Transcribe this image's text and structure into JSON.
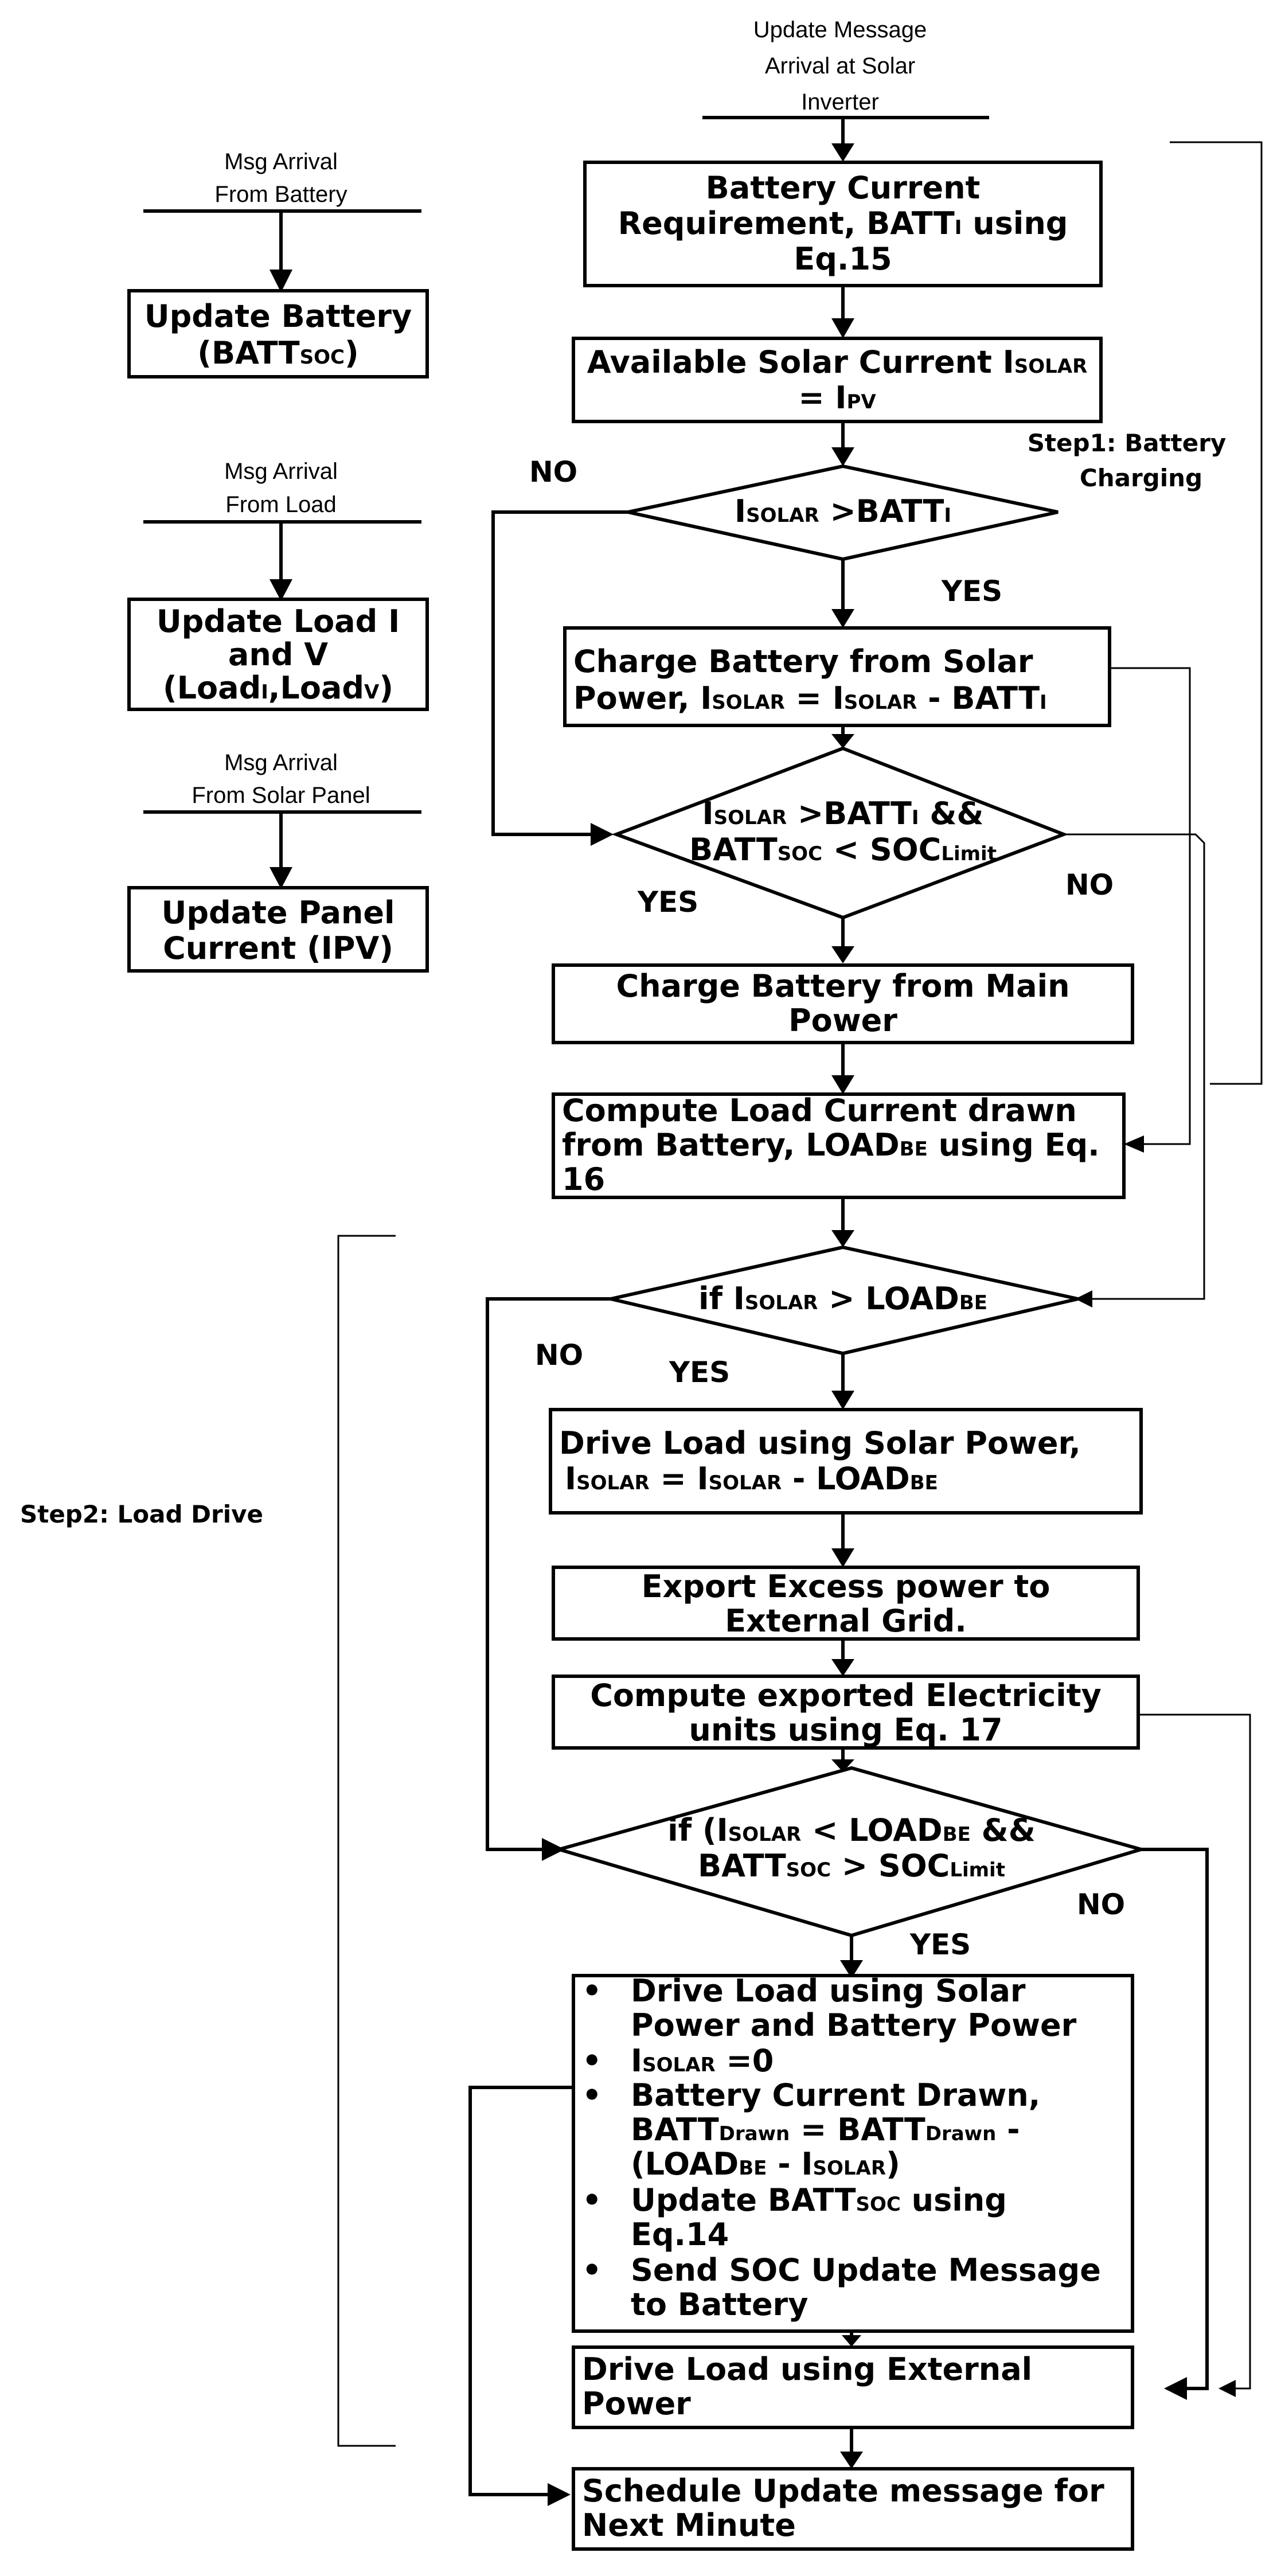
{
  "start": {
    "line1": "Update Message",
    "line2": "Arrival at Solar",
    "line3": "Inverter"
  },
  "side": {
    "msg_battery": {
      "line1": "Msg Arrival",
      "line2": "From Battery"
    },
    "upd_battery": {
      "line1": "Update Battery",
      "line2a": "(BATT",
      "line2sub": "SOC",
      "line2b": ")"
    },
    "msg_load": {
      "line1": "Msg Arrival",
      "line2": "From Load"
    },
    "upd_load": {
      "line1": "Update Load I",
      "line2": "and V",
      "line3a": "(Load",
      "line3sub": "I",
      "line3b": ",Load",
      "line3sub2": "V",
      "line3c": ")"
    },
    "msg_panel": {
      "line1": "Msg Arrival",
      "line2": "From Solar Panel"
    },
    "upd_panel": {
      "line1": "Update Panel",
      "line2": "Current (IPV)"
    }
  },
  "steps": {
    "step1_line1": "Step1: Battery",
    "step1_line2": "Charging",
    "step2": "Step2: Load Drive"
  },
  "labels": {
    "yes": "YES",
    "no": "NO"
  },
  "flow": {
    "b1": {
      "line1": "Battery Current",
      "line2a": "Requirement, BATT",
      "line2sub": "I",
      "line2b": " using",
      "line3": "Eq.15"
    },
    "b2": {
      "line1a": "Available Solar Current I",
      "line1sub": "SOLAR",
      "line2a": "= I",
      "line2sub": "PV"
    },
    "d1": {
      "a": "I",
      "sub1": "SOLAR",
      "b": " >BATT",
      "sub2": "I"
    },
    "b3": {
      "line1": "Charge Battery from Solar",
      "line2a": "Power, I",
      "line2sub1": "SOLAR",
      "line2b": " = I",
      "line2sub2": "SOLAR",
      "line2c": " - BATT",
      "line2sub3": "I"
    },
    "d2": {
      "line1a": "I",
      "line1sub1": "SOLAR",
      "line1b": " >BATT",
      "line1sub2": "I",
      "line1c": " &&",
      "line2a": "BATT",
      "line2sub1": "SOC",
      "line2b": " < SOC",
      "line2sub2": "Limit"
    },
    "b4": {
      "line1": "Charge Battery from Main",
      "line2": "Power"
    },
    "b5": {
      "line1": "Compute Load Current drawn",
      "line2a": "from Battery, LOAD",
      "line2sub": "BE",
      "line2b": " using Eq.",
      "line3": "16"
    },
    "d3": {
      "a": "if I",
      "sub1": "SOLAR",
      "b": "  > LOAD",
      "sub2": "BE"
    },
    "b6": {
      "line1": "Drive Load using Solar Power,",
      "line2a": "I",
      "line2sub1": "SOLAR",
      "line2b": "  = I",
      "line2sub2": "SOLAR",
      "line2c": " - LOAD",
      "line2sub3": "BE"
    },
    "b7": {
      "line1": "Export Excess power to",
      "line2": "External Grid."
    },
    "b8": {
      "line1": "Compute exported Electricity",
      "line2": "units using Eq. 17"
    },
    "d4": {
      "line1a": "if (I",
      "line1sub1": "SOLAR",
      "line1b": "  < LOAD",
      "line1sub2": "BE",
      "line1c": " &&",
      "line2a": "BATT",
      "line2sub1": "SOC",
      "line2b": " > SOC",
      "line2sub2": "Limit"
    },
    "b9": {
      "bullet1_l1": "Drive Load using Solar",
      "bullet1_l2": "Power and Battery Power",
      "bullet2a": " I",
      "bullet2sub": "SOLAR",
      "bullet2b": " =0",
      "bullet3_l1": "Battery Current Drawn,",
      "bullet3_l2a": "BATT",
      "bullet3_l2sub1": "Drawn",
      "bullet3_l2b": " = BATT",
      "bullet3_l2sub2": "Drawn",
      "bullet3_l2c": " -",
      "bullet3_l3a": "(LOAD",
      "bullet3_l3sub1": "BE",
      "bullet3_l3b": "  - I",
      "bullet3_l3sub2": "SOLAR",
      "bullet3_l3c": ")",
      "bullet4_l1a": "Update BATT",
      "bullet4_l1sub": "SOC",
      "bullet4_l1b": " using",
      "bullet4_l2": "Eq.14",
      "bullet5_l1": "Send SOC Update Message",
      "bullet5_l2": "to Battery",
      "bullet_char": "•"
    },
    "b10": {
      "line1": "Drive Load using External",
      "line2": "Power"
    },
    "b11": {
      "line1": "Schedule Update message for",
      "line2": "Next Minute"
    }
  }
}
